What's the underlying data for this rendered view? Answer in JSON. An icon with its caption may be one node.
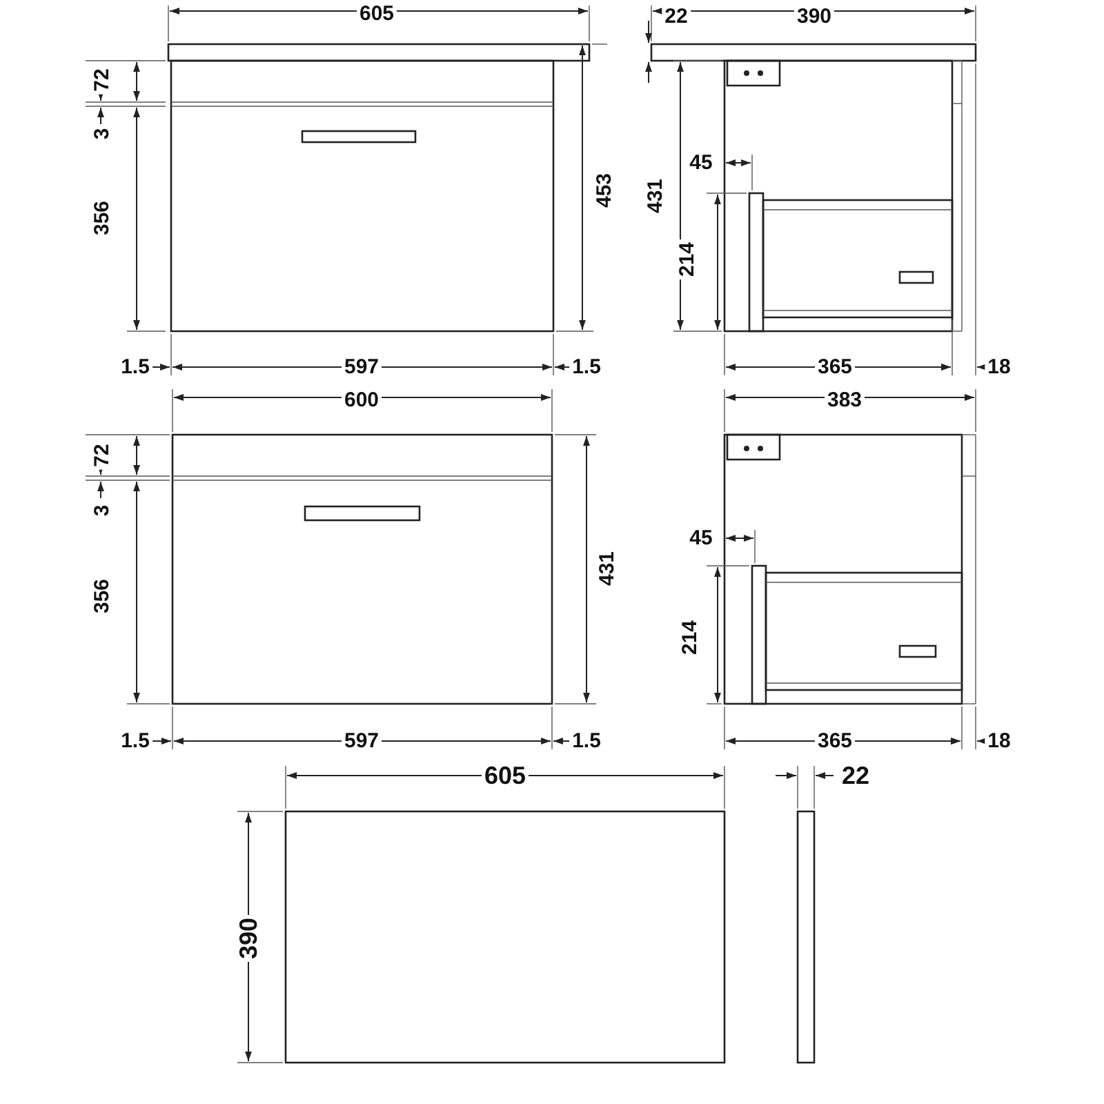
{
  "diagram": {
    "labels": [
      "605",
      "22",
      "390",
      "72",
      "3",
      "356",
      "453",
      "431",
      "45",
      "214",
      "1.5",
      "597",
      "1.5",
      "365",
      "18",
      "600",
      "383",
      "72",
      "3",
      "356",
      "431",
      "45",
      "214",
      "1.5",
      "597",
      "1.5",
      "365",
      "18",
      "605",
      "22",
      "390"
    ]
  }
}
